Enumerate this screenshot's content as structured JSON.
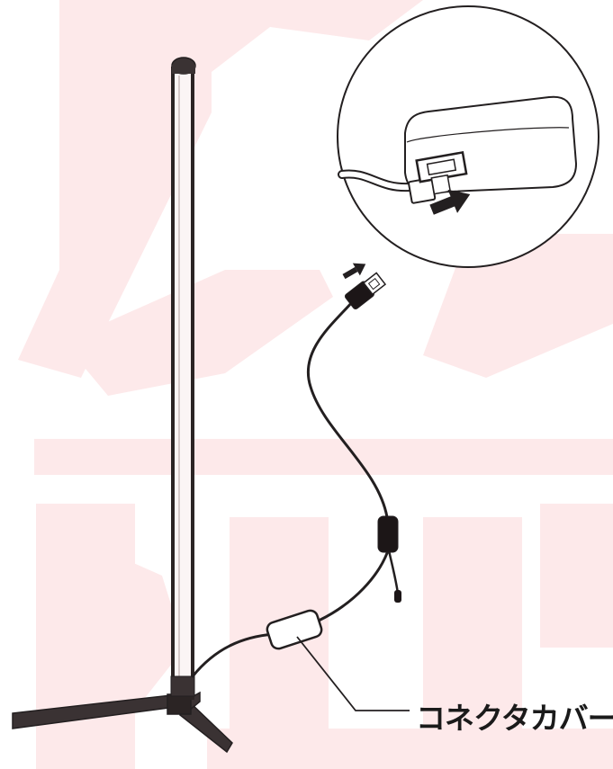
{
  "callout": {
    "label": "コネクタカバー"
  },
  "colors": {
    "watermark": "#fde9ea",
    "line": "#231f20",
    "pole_outline": "#2b2424",
    "pole_fill": "#fbf5f5",
    "base": "#3a3233",
    "connector": "#1c1617",
    "white": "#ffffff"
  },
  "icons": [
    "floor-lamp",
    "usb-plug",
    "power-adapter",
    "connector-cover",
    "insert-arrow"
  ]
}
